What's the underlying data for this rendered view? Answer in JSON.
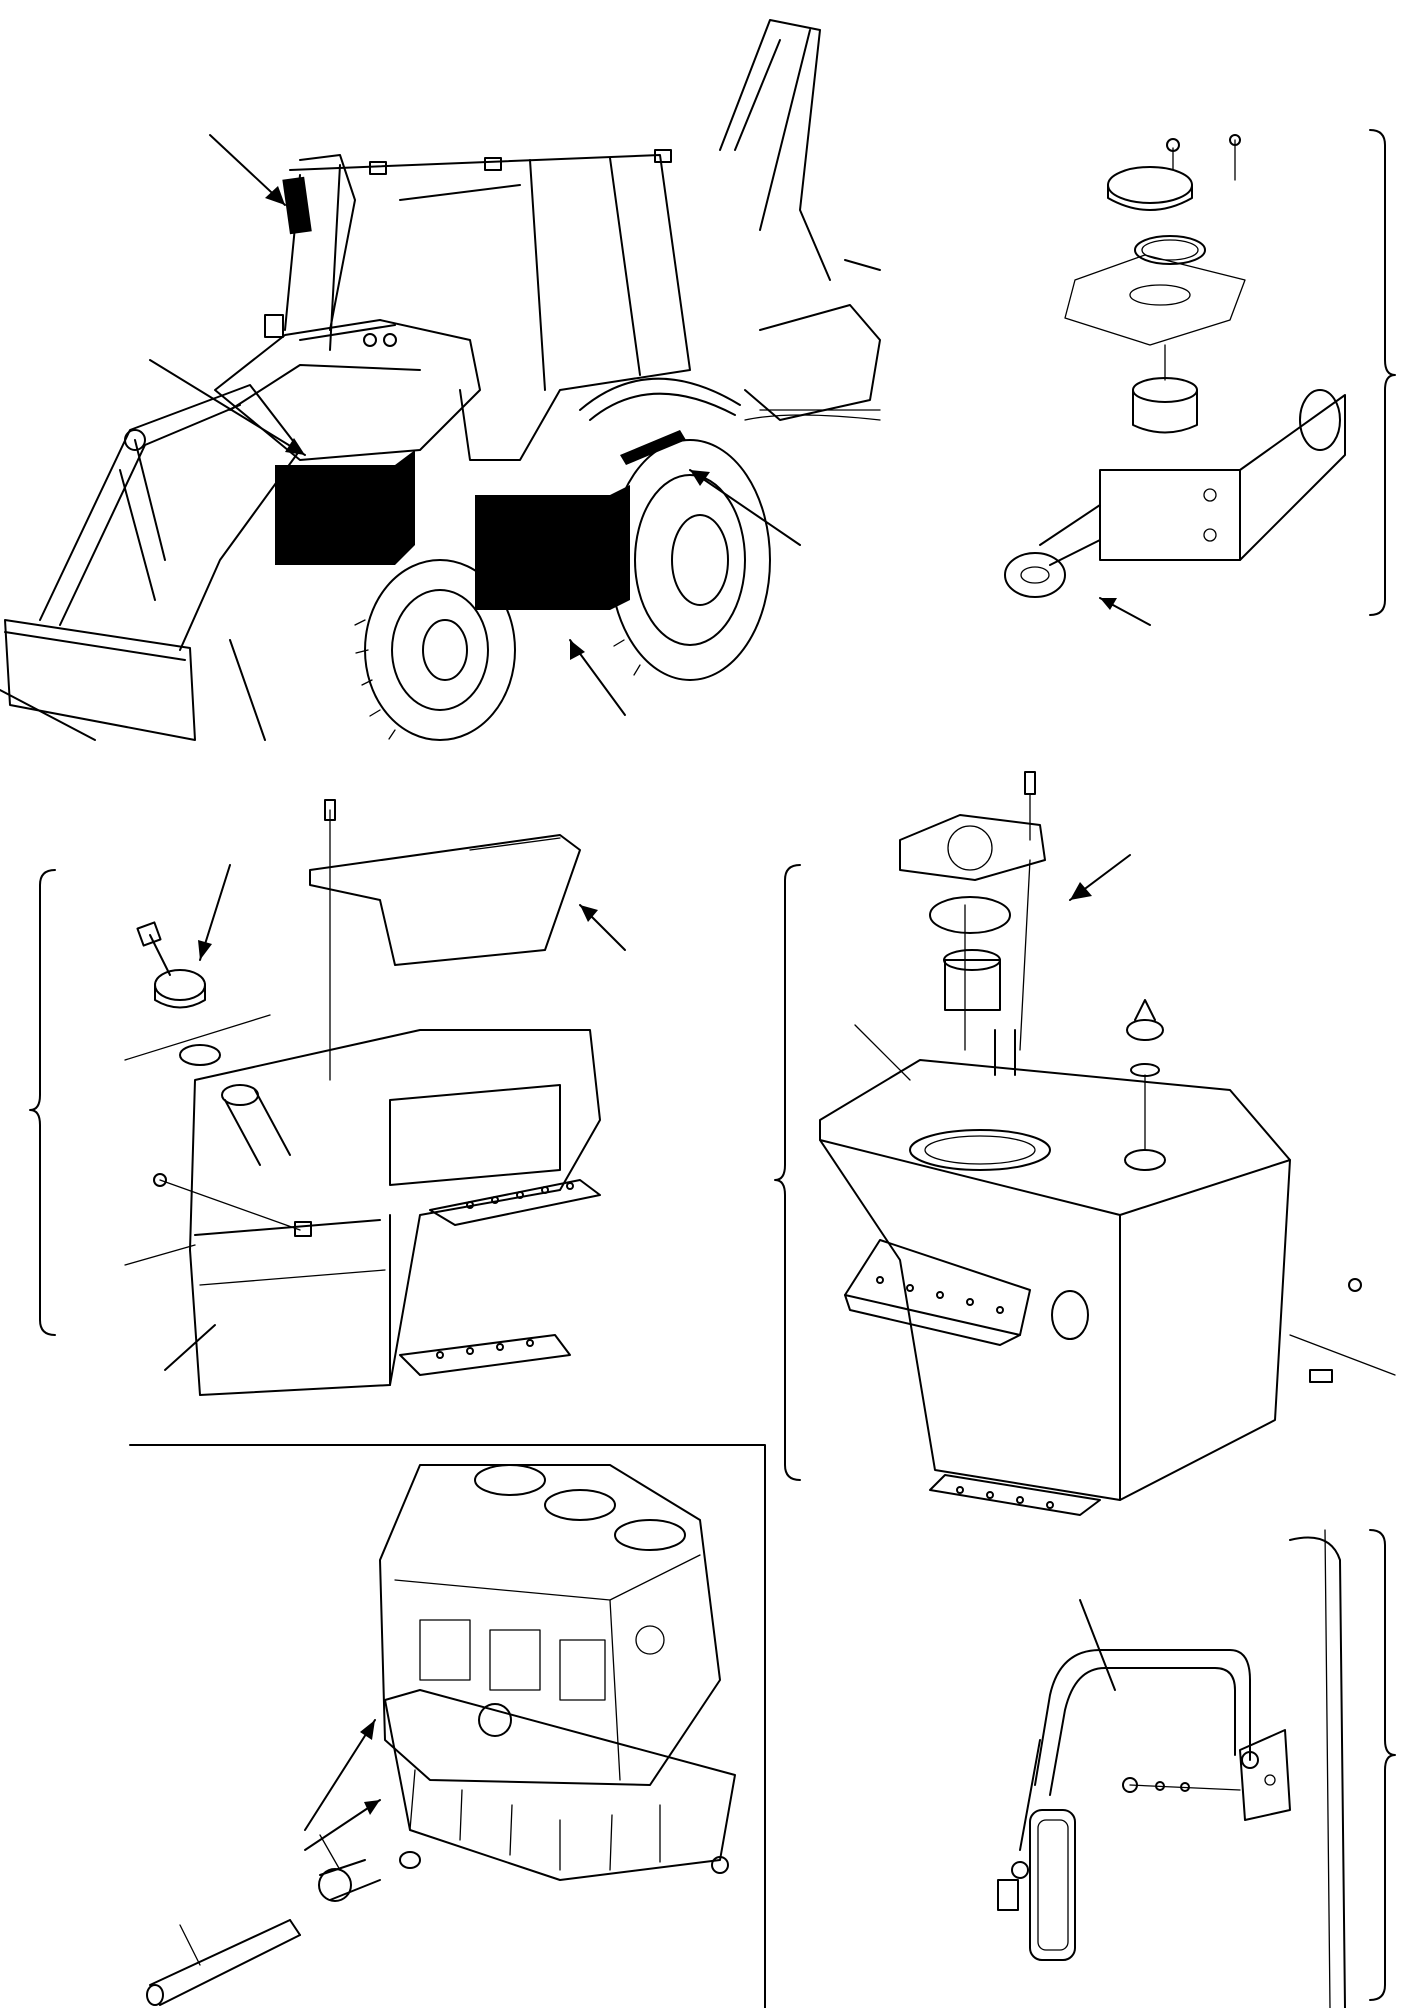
{
  "page": {
    "header_mark": "",
    "background": "#ffffff",
    "line_color": "#000000"
  },
  "views": [
    {
      "id": "machine-overview",
      "labels": []
    },
    {
      "id": "hydraulic-cylinder-detail",
      "labels": []
    },
    {
      "id": "fuel-tank-detail",
      "labels": []
    },
    {
      "id": "hydraulic-tank-detail",
      "labels": []
    },
    {
      "id": "engine-block-detail",
      "labels": []
    },
    {
      "id": "mirror-detail",
      "labels": []
    }
  ]
}
